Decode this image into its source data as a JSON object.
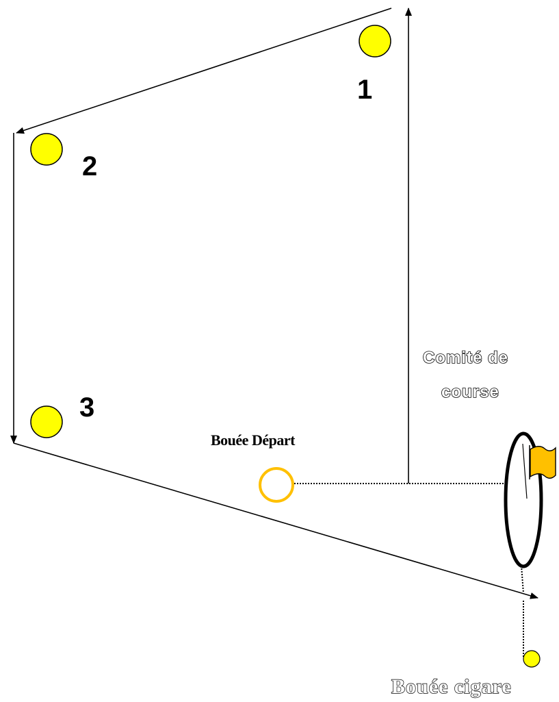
{
  "marks": {
    "mark1": {
      "label": "1"
    },
    "mark2": {
      "label": "2"
    },
    "mark3": {
      "label": "3"
    }
  },
  "committee": {
    "line1": "Comité de",
    "line2": "course"
  },
  "start_buoy": {
    "label": "Bouée Départ"
  },
  "cigar_buoy": {
    "label": "Bouée cigare"
  },
  "colors": {
    "mark_fill": "#ffff00",
    "start_buoy_stroke": "#ffc000",
    "flag_fill": "#ffc000",
    "line": "#000000"
  }
}
